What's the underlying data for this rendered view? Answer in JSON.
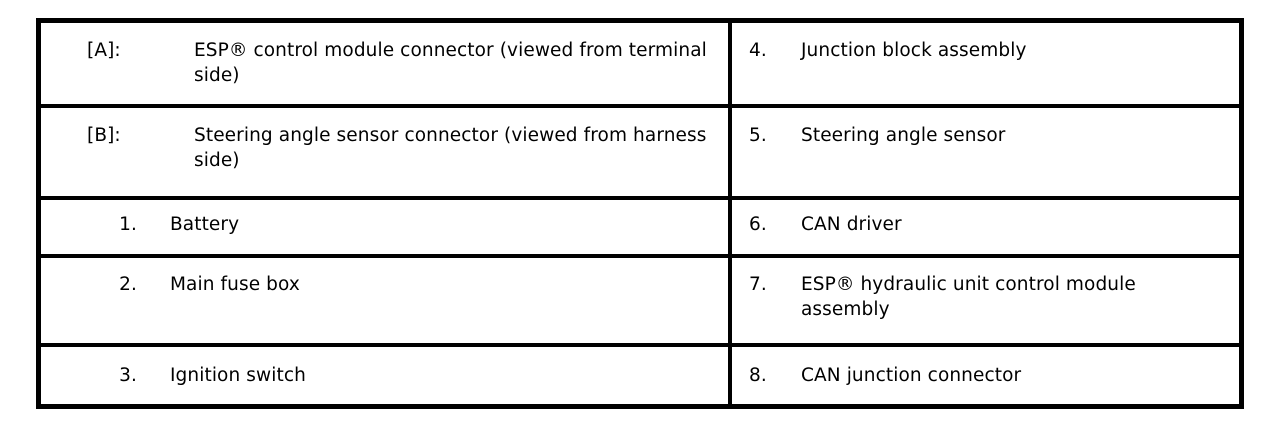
{
  "table": {
    "columns": [
      "left",
      "right"
    ],
    "rows": [
      {
        "left": {
          "marker": "[A]:",
          "label": "ESP® control module connector (viewed from terminal side)"
        },
        "right": {
          "marker": "4.",
          "label": "Junction block assembly"
        }
      },
      {
        "left": {
          "marker": "[B]:",
          "label": "Steering angle sensor connector (viewed from harness side)"
        },
        "right": {
          "marker": "5.",
          "label": "Steering angle sensor"
        }
      },
      {
        "left": {
          "marker": "1.",
          "label": "Battery"
        },
        "right": {
          "marker": "6.",
          "label": "CAN driver"
        }
      },
      {
        "left": {
          "marker": "2.",
          "label": "Main fuse box"
        },
        "right": {
          "marker": "7.",
          "label": "ESP® hydraulic unit control module assembly"
        }
      },
      {
        "left": {
          "marker": "3.",
          "label": "Ignition switch"
        },
        "right": {
          "marker": "8.",
          "label": "CAN junction connector"
        }
      }
    ]
  },
  "colors": {
    "border": "#000000",
    "text": "#000000",
    "background": "#ffffff"
  }
}
